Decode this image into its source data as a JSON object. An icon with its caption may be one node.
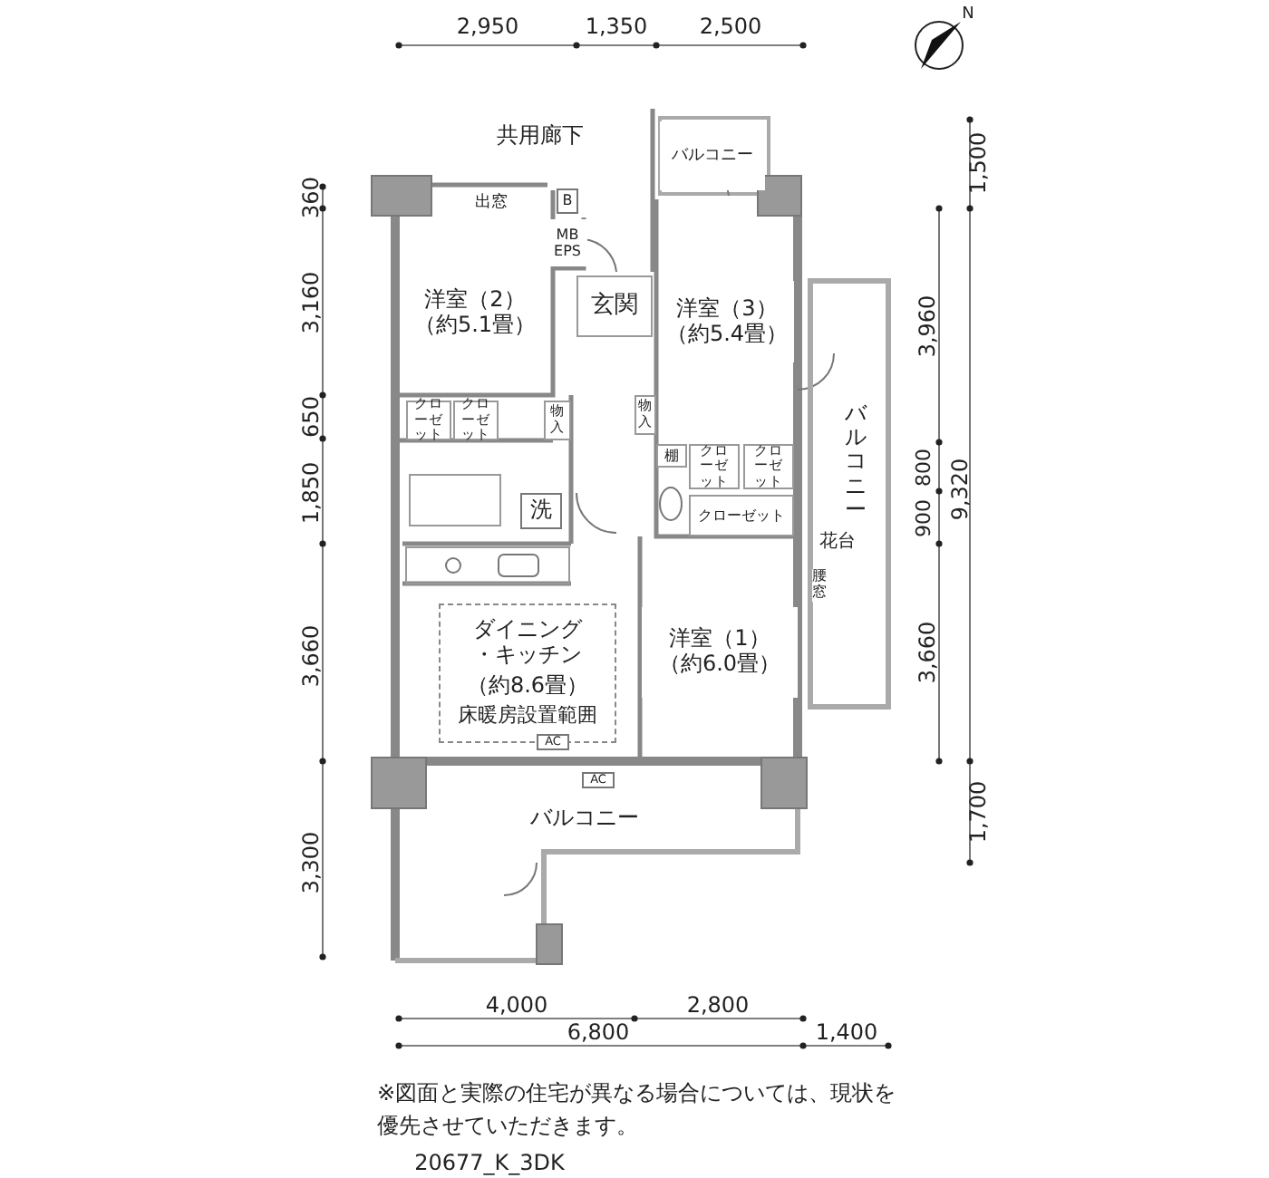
{
  "diagram": {
    "nodes": [
      {
        "text": [
          "バルコニー"
        ]
      },
      {
        "text": [
          "出窓"
        ]
      },
      {
        "text": [
          "B"
        ]
      },
      {
        "text": [
          "MB EPS"
        ]
      },
      {
        "text": [
          "洋室（2）",
          "（約5.1畳）"
        ]
      },
      {
        "text": [
          "玄関"
        ]
      },
      {
        "text": [
          "洋室（3）",
          "（約5.4畳）"
        ]
      },
      {
        "text": [
          "クローゼット"
        ]
      },
      {
        "text": [
          "クローゼット"
        ]
      },
      {
        "text": [
          "物入"
        ]
      },
      {
        "text": [
          "物入"
        ]
      },
      {
        "text": [
          "棚"
        ]
      },
      {
        "text": [
          "クローゼット"
        ]
      },
      {
        "text": [
          "クローゼット"
        ]
      },
      {
        "text": [
          "洗"
        ]
      },
      {
        "text": [
          "クローゼット"
        ]
      },
      {
        "text": [
          "バルコニー"
        ]
      },
      {
        "text": [
          "ダイニング・キッチン",
          "（約8.6畳）",
          "床暖房設置範囲"
        ]
      },
      {
        "text": [
          "AC"
        ]
      },
      {
        "text": [
          "洋室（1）",
          "（約6.0畳）"
        ]
      },
      {
        "text": [
          "AC"
        ]
      },
      {
        "text": [
          "バルコニー"
        ]
      }
    ],
    "labels": [
      "共用廊下",
      "2,950",
      "1,350",
      "2,500",
      "360",
      "3,160",
      "650",
      "1,850",
      "3,660",
      "3,300",
      "1,500",
      "3,960",
      "800",
      "900",
      "9,320",
      "3,660",
      "1,700",
      "花台",
      "腰窓",
      "4,000",
      "2,800",
      "6,800",
      "1,400",
      "※図面と実際の住宅が異なる場合については、現状を優先させていただきます。",
      "20677_K_3DK",
      "N"
    ]
  }
}
